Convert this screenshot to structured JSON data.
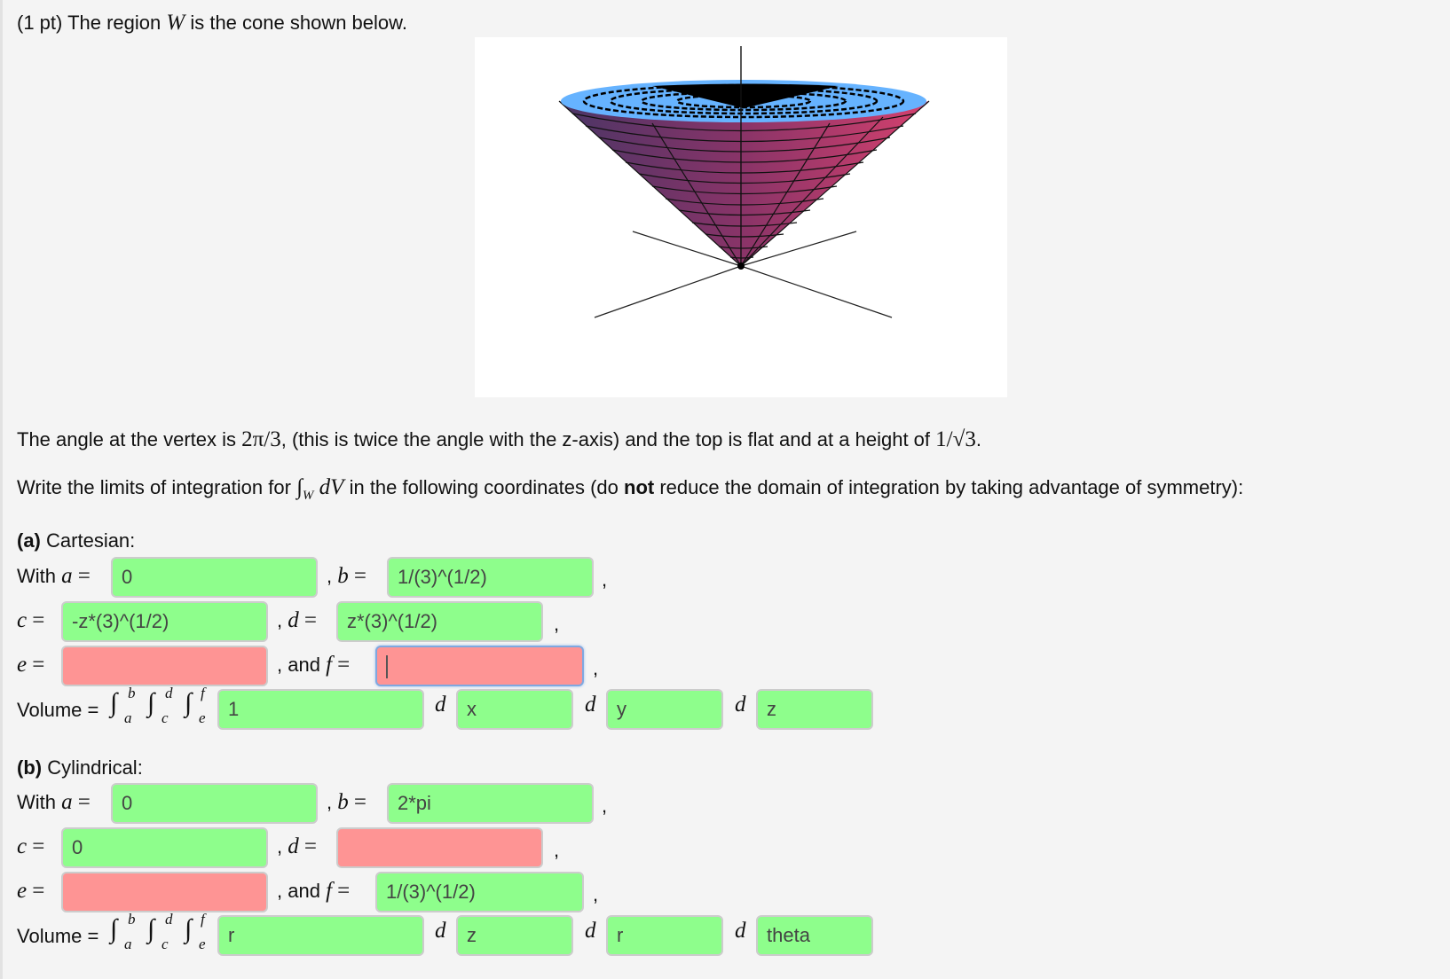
{
  "problem": {
    "points": "(1 pt) The region",
    "region_var": "W",
    "intro_tail": "is the cone shown below.",
    "angle_text_1": "The angle at the vertex is",
    "angle_value": "2π/3",
    "angle_text_2": ", (this is twice the angle with the z-axis) and the top is flat and at a height of",
    "height_value": "1/√3",
    "height_period": ".",
    "instr_1": "Write the limits of integration for",
    "integral_sym": "∫",
    "integral_sub": "W",
    "integral_dv": "dV",
    "instr_2": "in the following coordinates (do",
    "instr_bold": "not",
    "instr_3": "reduce the domain of integration by taking advantage of symmetry):"
  },
  "figure": {
    "description": "3D cone plot with vertex at origin, flat top",
    "surface_colors": {
      "left": "#4a3566",
      "right": "#d5416e",
      "top": "#66b3ff"
    }
  },
  "labels": {
    "with": "With",
    "a": "a",
    "b": "b",
    "c": "c",
    "d": "d",
    "e": "e",
    "f": "f",
    "eq": "=",
    "comma": ",",
    "and": ", and",
    "volume": "Volume =",
    "dsym": "d"
  },
  "parts": {
    "a": {
      "tag": "(a)",
      "title": "Cartesian:",
      "a_value": "0",
      "b_value": "1/(3)^(1/2)",
      "c_value": "-z*(3)^(1/2)",
      "d_value": "z*(3)^(1/2)",
      "e_value": "",
      "f_value": "",
      "integrand": "1",
      "d1": "x",
      "d2": "y",
      "d3": "z"
    },
    "b": {
      "tag": "(b)",
      "title": "Cylindrical:",
      "a_value": "0",
      "b_value": "2*pi",
      "c_value": "0",
      "d_value": "",
      "e_value": "",
      "f_value": "1/(3)^(1/2)",
      "integrand": "r",
      "d1": "z",
      "d2": "r",
      "d3": "theta"
    }
  },
  "colors": {
    "correct": "#8efe8c",
    "incorrect": "#fe9494",
    "background": "#f4f4f4",
    "focus_border": "#7fa8e0"
  }
}
